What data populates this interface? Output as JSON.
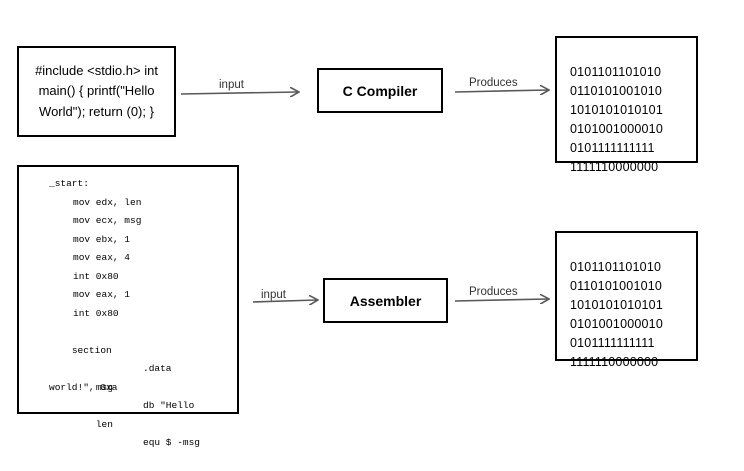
{
  "nodes": {
    "c_source": "#include <stdio.h> int\nmain() { printf(\"Hello\nWorld\");  return (0); }",
    "c_compiler": "C Compiler",
    "assembler": "Assembler",
    "binary_output_top": "0101101101010\n0110101001010\n1010101010101\n0101001000010\n0101111111111\n1111110000000",
    "binary_output_bottom": "0101101101010\n0110101001010\n1010101010101\n0101001000010\n0101111111111\n1111110000000",
    "assembly_source": [
      "_start:",
      "mov edx, len",
      "mov ecx, msg",
      "mov ebx, 1",
      "mov eax, 4",
      "int 0x80",
      "mov eax, 1",
      "int 0x80",
      "section",
      "",
      "msg",
      "world!\", 0xa",
      "len"
    ],
    "assembly_source_right": {
      "section": ".data",
      "msg": "db \"Hello",
      "len": "equ $ -msg"
    }
  },
  "edges": {
    "top_input": "input",
    "top_produces": "Produces",
    "bottom_input": "input",
    "bottom_produces": "Produces"
  },
  "colors": {
    "border": "#000000",
    "arrow": "#595959",
    "background": "#ffffff"
  }
}
